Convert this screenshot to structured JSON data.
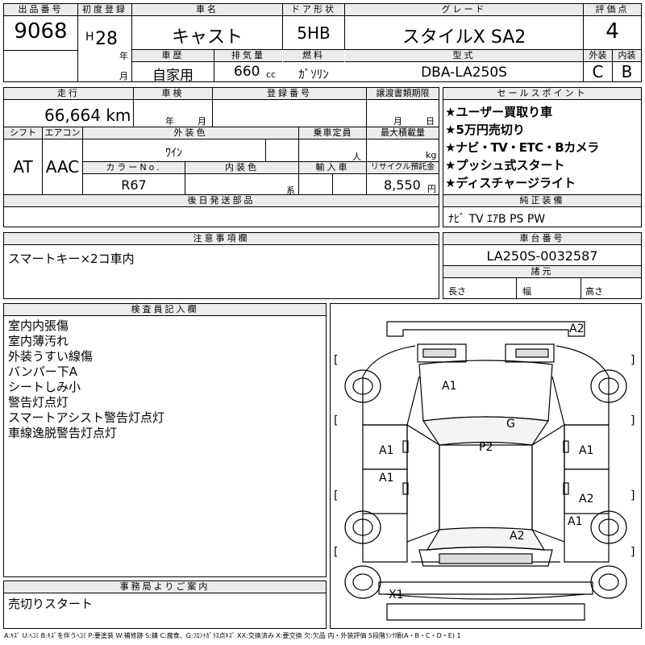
{
  "header": {
    "lot_no_label": "出品番号",
    "lot_no": "9068",
    "first_reg_label": "初度登録",
    "era": "H",
    "year": "28",
    "year_unit": "年",
    "month_unit": "月",
    "car_name_label": "車名",
    "car_name": "キャスト",
    "door_label": "ドア形状",
    "door": "5HB",
    "grade_label": "グレード",
    "grade": "スタイルX SA2",
    "score_label": "評価点",
    "score": "4",
    "history_label": "車歴",
    "history": "自家用",
    "displacement_label": "排気量",
    "displacement": "660",
    "displacement_unit": "cc",
    "fuel_label": "燃料",
    "fuel": "ｶﾞｿﾘﾝ",
    "model_label": "型式",
    "model": "DBA-LA250S",
    "exterior_label": "外装",
    "exterior": "C",
    "interior_label": "内装",
    "interior": "B"
  },
  "row2": {
    "mileage_label": "走行",
    "mileage": "66,664 km",
    "inspection_label": "車検",
    "inspection_year_unit": "年",
    "inspection_month_unit": "月",
    "reg_no_label": "登録番号",
    "transfer_label": "譲渡書類期限",
    "transfer_month_unit": "月",
    "transfer_day_unit": "日",
    "shift_label": "シフト",
    "shift": "AT",
    "ac_label": "エアコン",
    "ac": "AAC",
    "color_label": "外装色",
    "color": "ﾜｲﾝ",
    "capacity_label": "乗車定員",
    "capacity_unit": "人",
    "load_label": "最大積載量",
    "load_unit": "kg",
    "color_no_label": "カラーNo.",
    "color_no": "R67",
    "int_color_label": "内装色",
    "int_color_unit": "系",
    "import_label": "輸入車",
    "recycle_label": "リサイクル預託金",
    "recycle": "8,550",
    "recycle_unit": "円",
    "later_parts_label": "後日発送部品"
  },
  "sales_points": {
    "label": "セールスポイント",
    "items": [
      "★ユーザー買取り車",
      "★5万円売切り",
      "★ナビ・TV・ETC・Bカメラ",
      "★プッシュ式スタート",
      "★ディスチャージライト"
    ],
    "equipment_label": "純正装備",
    "equipment": "ﾅﾋﾞ TV ｴｱB PS PW"
  },
  "notes": {
    "label": "注意事項欄",
    "text": "スマートキー×2コ車内"
  },
  "chassis": {
    "label": "車台番号",
    "value": "LA250S-0032587",
    "dims_label": "諸元",
    "length_label": "長さ",
    "width_label": "幅",
    "height_label": "高さ"
  },
  "inspector": {
    "label": "検査員記入欄",
    "lines": [
      "室内内張傷",
      "室内薄汚れ",
      "外装うすい線傷",
      "バンパー下A",
      "シートしみ小",
      "警告灯点灯",
      "スマートアシスト警告灯点灯",
      "車線逸脱警告灯点灯"
    ]
  },
  "diagram": {
    "marks": [
      "A2",
      "A1",
      "G",
      "A1",
      "P2",
      "A1",
      "A1",
      "A2",
      "A1",
      "A2",
      "X1"
    ],
    "bracket_open": "[",
    "bracket_close": "]"
  },
  "office": {
    "label": "事務局よりご案内",
    "text": "売切りスタート"
  },
  "legend": "A:ｷｽﾞ U:ﾍｺﾐ B:ｷｽﾞを伴うﾍｺﾐ P:要塗装 W:補修跡 S:錆 C:腐食、G:ﾌﾛﾝﾄｶﾞﾗｽ点ｷｽﾞ XX:交換済み X:要交換 欠:欠品 内・外装評価 5段階ﾗﾝｸ順(A・B・C・D・E) 1"
}
